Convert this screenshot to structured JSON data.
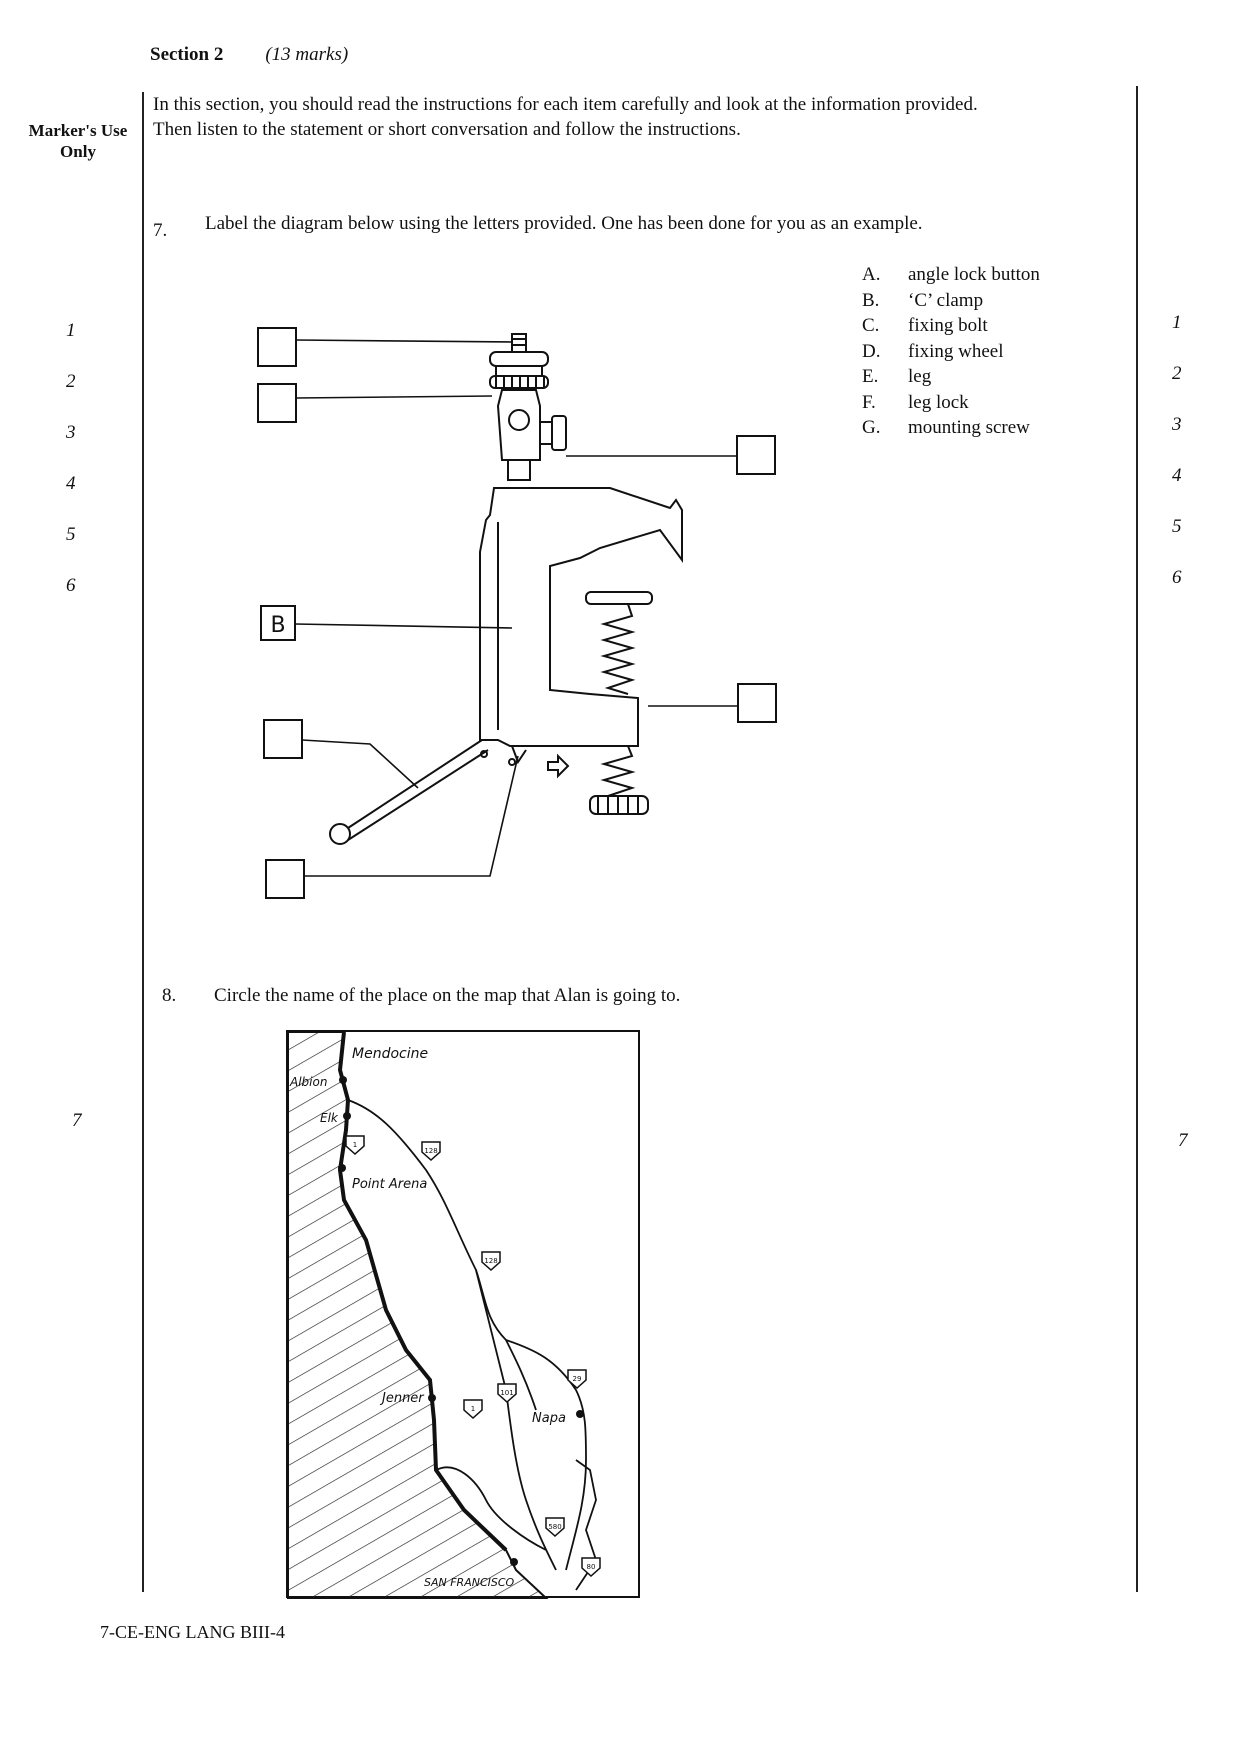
{
  "header": {
    "section_label": "Section 2",
    "marks": "(13 marks)",
    "marker_use": "Marker's Use Only"
  },
  "intro": {
    "line1": "In this section, you should read the instructions for each item carefully and look at the information provided.",
    "line2": "Then listen to the statement or short conversation and follow the instructions."
  },
  "q7": {
    "number": "7.",
    "text": "Label the diagram below using the letters provided.  One has been done for you as an example.",
    "example_label": "B",
    "options": [
      {
        "letter": "A.",
        "text": "angle lock button"
      },
      {
        "letter": "B.",
        "text": "‘C’ clamp"
      },
      {
        "letter": "C.",
        "text": "fixing bolt"
      },
      {
        "letter": "D.",
        "text": "fixing wheel"
      },
      {
        "letter": "E.",
        "text": "leg"
      },
      {
        "letter": "F.",
        "text": "leg lock"
      },
      {
        "letter": "G.",
        "text": "mounting screw"
      }
    ]
  },
  "q8": {
    "number": "8.",
    "text": "Circle the name of the place on the map that Alan is going to.",
    "map_places": [
      "Mendocine",
      "Albion",
      "Elk",
      "Point Arena",
      "Jenner",
      "Napa",
      "SAN FRANCISCO"
    ],
    "route_shields": [
      "1",
      "128",
      "128",
      "101",
      "29",
      "1",
      "580",
      "80"
    ]
  },
  "margin_numbers": {
    "left": [
      "1",
      "2",
      "3",
      "4",
      "5",
      "6",
      "7"
    ],
    "right": [
      "1",
      "2",
      "3",
      "4",
      "5",
      "6",
      "7"
    ]
  },
  "footer": {
    "code": "7-CE-ENG LANG BIII-4"
  }
}
